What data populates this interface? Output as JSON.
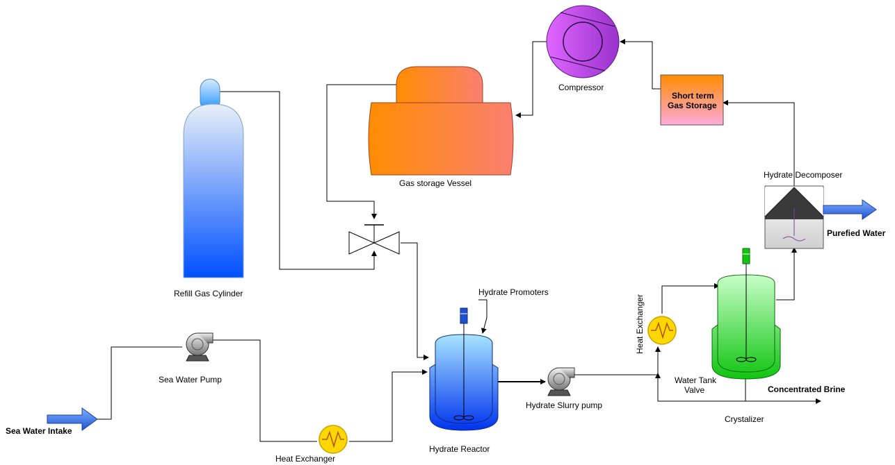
{
  "labels": {
    "compressor": "Compressor",
    "short_term_gas_storage_line1": "Short term",
    "short_term_gas_storage_line2": "Gas Storage",
    "gas_storage_vessel": "Gas storage Vessel",
    "refill_gas_cylinder": "Refill Gas Cylinder",
    "hydrate_decomposer": "Hydrate Decomposer",
    "purified_water": "Purefied Water",
    "hydrate_promoters": "Hydrate Promoters",
    "heat_exchanger_right": "Heat Exchanger",
    "water_tank_valve_line1": "Water Tank",
    "water_tank_valve_line2": "Valve",
    "concentrated_brine": "Concentrated Brine",
    "crystalizer": "Crystalizer",
    "sea_water_pump": "Sea Water Pump",
    "hydrate_slurry_pump": "Hydrate Slurry pump",
    "sea_water_intake": "Sea Water Intake",
    "heat_exchanger_bottom": "Heat Exchanger",
    "hydrate_reactor": "Hydrate Reactor"
  },
  "colors": {
    "gas_vessel_start": "#ff8c00",
    "gas_vessel_end": "#fa8072",
    "compressor_start": "#e066ff",
    "compressor_end": "#9932cc",
    "short_storage_start": "#ff8c00",
    "short_storage_end": "#ffaadd",
    "cylinder_top": "#e8f0f8",
    "cylinder_bottom": "#0050ff",
    "reactor_top": "#a8e4ff",
    "reactor_bottom": "#0033ee",
    "crystalizer_top": "#c8ffc8",
    "crystalizer_bottom": "#11c411",
    "heat_exchanger_fill": "#ffd700",
    "arrow_blue": "#1e6be0"
  }
}
